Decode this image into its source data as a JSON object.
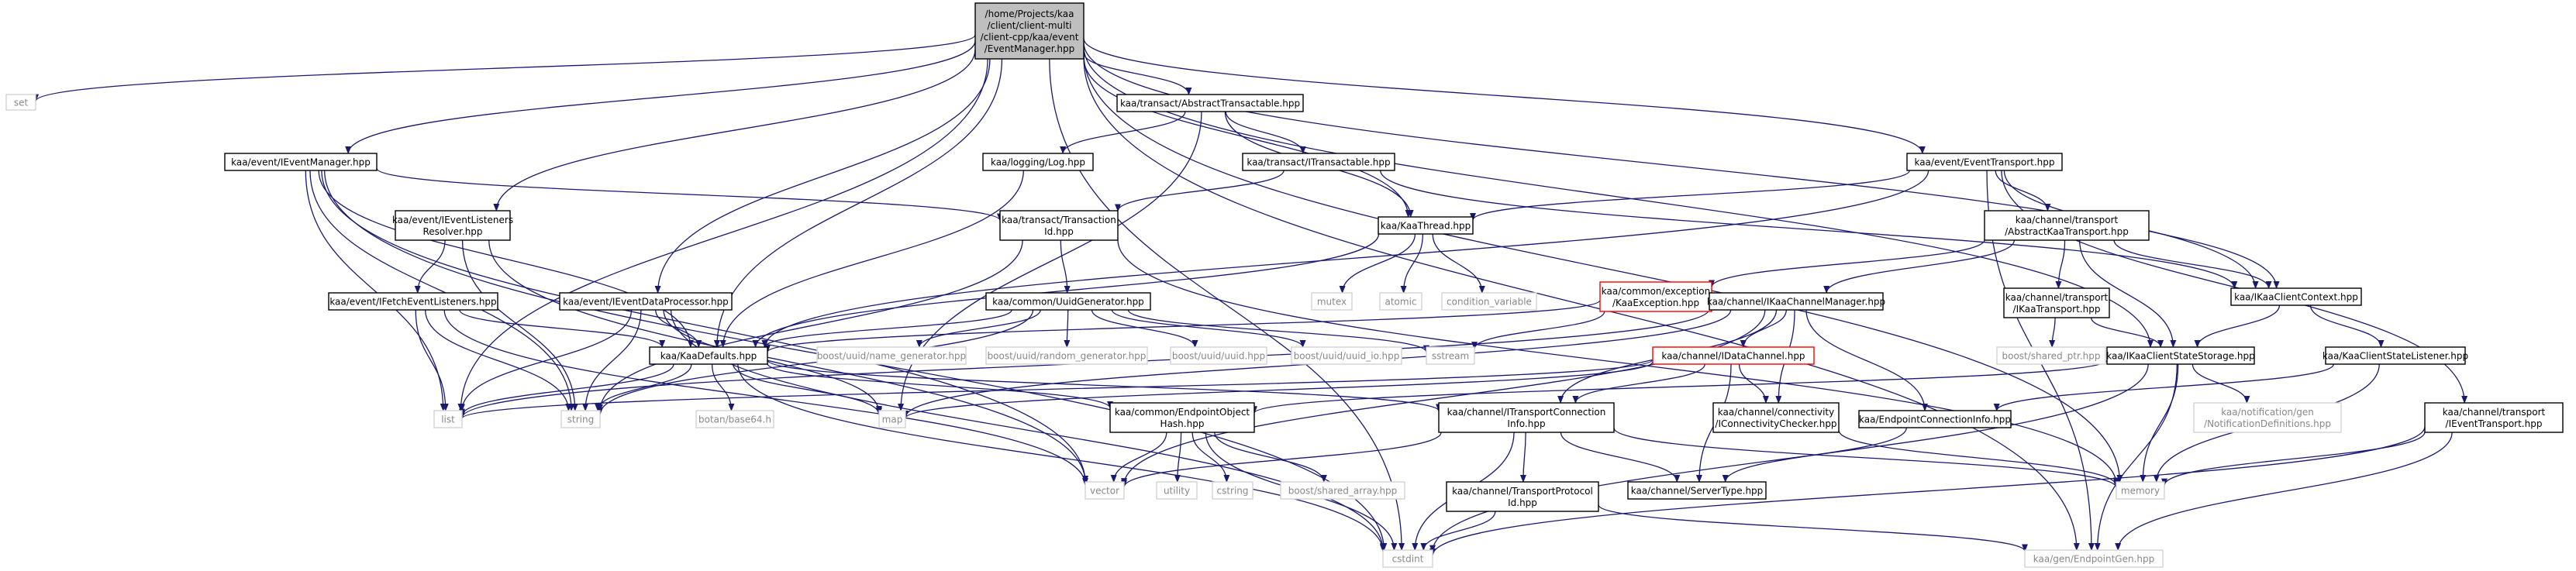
{
  "title": "/home/Projects/kaa/client/client-multi/client-cpp/kaa/event/EventManager.hpp",
  "colors": {
    "edge": "#191970",
    "root_fill": "#bfbfbf",
    "doc_border": "#000000",
    "missing_border": "#d3d3d3",
    "missing_text": "#888888",
    "warn_border": "#ff0000"
  },
  "nodes": {
    "root": {
      "lines": [
        "/home/Projects/kaa",
        "/client/client-multi",
        "/client-cpp/kaa/event",
        "/EventManager.hpp"
      ],
      "style": "root"
    },
    "set": {
      "lines": [
        "set"
      ],
      "style": "missing"
    },
    "at": {
      "lines": [
        "kaa/transact/AbstractTransactable.hpp"
      ],
      "style": "doc"
    },
    "iem": {
      "lines": [
        "kaa/event/IEventManager.hpp"
      ],
      "style": "doc"
    },
    "log": {
      "lines": [
        "kaa/logging/Log.hpp"
      ],
      "style": "doc"
    },
    "it": {
      "lines": [
        "kaa/transact/ITransactable.hpp"
      ],
      "style": "doc"
    },
    "et": {
      "lines": [
        "kaa/event/EventTransport.hpp"
      ],
      "style": "doc"
    },
    "ielr": {
      "lines": [
        "kaa/event/IEventListeners",
        "Resolver.hpp"
      ],
      "style": "doc"
    },
    "tid": {
      "lines": [
        "kaa/transact/Transaction",
        "Id.hpp"
      ],
      "style": "doc"
    },
    "kt": {
      "lines": [
        "kaa/KaaThread.hpp"
      ],
      "style": "doc"
    },
    "act": {
      "lines": [
        "kaa/channel/transport",
        "/AbstractKaaTransport.hpp"
      ],
      "style": "doc"
    },
    "ifel": {
      "lines": [
        "kaa/event/IFetchEventListeners.hpp"
      ],
      "style": "doc"
    },
    "iedp": {
      "lines": [
        "kaa/event/IEventDataProcessor.hpp"
      ],
      "style": "doc"
    },
    "uuid": {
      "lines": [
        "kaa/common/UuidGenerator.hpp"
      ],
      "style": "doc"
    },
    "mutex": {
      "lines": [
        "mutex"
      ],
      "style": "missing"
    },
    "atomic": {
      "lines": [
        "atomic"
      ],
      "style": "missing"
    },
    "cv": {
      "lines": [
        "condition_variable"
      ],
      "style": "missing"
    },
    "kex": {
      "lines": [
        "kaa/common/exception",
        "/KaaException.hpp"
      ],
      "style": "warn"
    },
    "kcm": {
      "lines": [
        "kaa/channel/IKaaChannelManager.hpp"
      ],
      "style": "doc"
    },
    "ikt": {
      "lines": [
        "kaa/channel/transport",
        "/IKaaTransport.hpp"
      ],
      "style": "doc"
    },
    "ikcc": {
      "lines": [
        "kaa/IKaaClientContext.hpp"
      ],
      "style": "doc"
    },
    "kd": {
      "lines": [
        "kaa/KaaDefaults.hpp"
      ],
      "style": "doc"
    },
    "bng": {
      "lines": [
        "boost/uuid/name_generator.hpp"
      ],
      "style": "missing"
    },
    "brg": {
      "lines": [
        "boost/uuid/random_generator.hpp"
      ],
      "style": "missing"
    },
    "bu": {
      "lines": [
        "boost/uuid/uuid.hpp"
      ],
      "style": "missing"
    },
    "bui": {
      "lines": [
        "boost/uuid/uuid_io.hpp"
      ],
      "style": "missing"
    },
    "sstream": {
      "lines": [
        "sstream"
      ],
      "style": "missing"
    },
    "idc": {
      "lines": [
        "kaa/channel/IDataChannel.hpp"
      ],
      "style": "warn"
    },
    "bsp": {
      "lines": [
        "boost/shared_ptr.hpp"
      ],
      "style": "missing"
    },
    "kcss": {
      "lines": [
        "kaa/IKaaClientStateStorage.hpp"
      ],
      "style": "doc"
    },
    "kcsl": {
      "lines": [
        "kaa/KaaClientStateListener.hpp"
      ],
      "style": "doc"
    },
    "list": {
      "lines": [
        "list"
      ],
      "style": "missing"
    },
    "string": {
      "lines": [
        "string"
      ],
      "style": "missing"
    },
    "b64": {
      "lines": [
        "botan/base64.h"
      ],
      "style": "missing"
    },
    "map": {
      "lines": [
        "map"
      ],
      "style": "missing"
    },
    "eoh": {
      "lines": [
        "kaa/common/EndpointObject",
        "Hash.hpp"
      ],
      "style": "doc"
    },
    "itci": {
      "lines": [
        "kaa/channel/ITransportConnection",
        "Info.hpp"
      ],
      "style": "doc"
    },
    "icc": {
      "lines": [
        "kaa/channel/connectivity",
        "/IConnectivityChecker.hpp"
      ],
      "style": "doc"
    },
    "eci": {
      "lines": [
        "kaa/EndpointConnectionInfo.hpp"
      ],
      "style": "doc"
    },
    "ngd": {
      "lines": [
        "kaa/notification/gen",
        "/NotificationDefinitions.hpp"
      ],
      "style": "missing"
    },
    "iet": {
      "lines": [
        "kaa/channel/transport",
        "/IEventTransport.hpp"
      ],
      "style": "doc"
    },
    "vector": {
      "lines": [
        "vector"
      ],
      "style": "missing"
    },
    "utility": {
      "lines": [
        "utility"
      ],
      "style": "missing"
    },
    "cstring": {
      "lines": [
        "cstring"
      ],
      "style": "missing"
    },
    "bsa": {
      "lines": [
        "boost/shared_array.hpp"
      ],
      "style": "missing"
    },
    "ctpi": {
      "lines": [
        "kaa/channel/TransportProtocol",
        "Id.hpp"
      ],
      "style": "doc"
    },
    "cst": {
      "lines": [
        "kaa/channel/ServerType.hpp"
      ],
      "style": "doc"
    },
    "memory": {
      "lines": [
        "memory"
      ],
      "style": "missing"
    },
    "cstdint": {
      "lines": [
        "cstdint"
      ],
      "style": "missing"
    },
    "epg": {
      "lines": [
        "kaa/gen/EndpointGen.hpp"
      ],
      "style": "missing"
    }
  },
  "edges": [
    [
      "root",
      "set"
    ],
    [
      "root",
      "at"
    ],
    [
      "root",
      "iem"
    ],
    [
      "root",
      "et"
    ],
    [
      "root",
      "ielr"
    ],
    [
      "root",
      "iedp"
    ],
    [
      "root",
      "kt"
    ],
    [
      "root",
      "kd"
    ],
    [
      "root",
      "ikcc"
    ],
    [
      "root",
      "kcss"
    ],
    [
      "root",
      "list"
    ],
    [
      "root",
      "memory"
    ],
    [
      "root",
      "cstdint"
    ],
    [
      "root",
      "epg"
    ],
    [
      "at",
      "log"
    ],
    [
      "at",
      "it"
    ],
    [
      "at",
      "kt"
    ],
    [
      "at",
      "map"
    ],
    [
      "iem",
      "tid"
    ],
    [
      "iem",
      "kd"
    ],
    [
      "iem",
      "list"
    ],
    [
      "iem",
      "string"
    ],
    [
      "iem",
      "vector"
    ],
    [
      "iem",
      "cstdint"
    ],
    [
      "log",
      "kd"
    ],
    [
      "it",
      "tid"
    ],
    [
      "it",
      "ikcc"
    ],
    [
      "et",
      "kt"
    ],
    [
      "et",
      "act"
    ],
    [
      "et",
      "ikcc"
    ],
    [
      "et",
      "iet"
    ],
    [
      "et",
      "epg"
    ],
    [
      "et",
      "kd"
    ],
    [
      "ielr",
      "ifel"
    ],
    [
      "ielr",
      "string"
    ],
    [
      "ielr",
      "vector"
    ],
    [
      "tid",
      "uuid"
    ],
    [
      "tid",
      "memory"
    ],
    [
      "tid",
      "string"
    ],
    [
      "kt",
      "mutex"
    ],
    [
      "kt",
      "atomic"
    ],
    [
      "kt",
      "cv"
    ],
    [
      "kt",
      "kd"
    ],
    [
      "act",
      "kex"
    ],
    [
      "act",
      "kcm"
    ],
    [
      "act",
      "ikt"
    ],
    [
      "act",
      "ikcc"
    ],
    [
      "act",
      "kcss"
    ],
    [
      "ifel",
      "kd"
    ],
    [
      "ifel",
      "list"
    ],
    [
      "ifel",
      "string"
    ],
    [
      "ifel",
      "vector"
    ],
    [
      "iedp",
      "kd"
    ],
    [
      "iedp",
      "list"
    ],
    [
      "iedp",
      "string"
    ],
    [
      "iedp",
      "map"
    ],
    [
      "iedp",
      "cstdint"
    ],
    [
      "uuid",
      "bng"
    ],
    [
      "uuid",
      "brg"
    ],
    [
      "uuid",
      "bu"
    ],
    [
      "uuid",
      "bui"
    ],
    [
      "uuid",
      "sstream"
    ],
    [
      "uuid",
      "string"
    ],
    [
      "uuid",
      "kd"
    ],
    [
      "kex",
      "sstream"
    ],
    [
      "kex",
      "kd"
    ],
    [
      "kcm",
      "idc"
    ],
    [
      "kcm",
      "itci"
    ],
    [
      "kcm",
      "icc"
    ],
    [
      "kcm",
      "eci"
    ],
    [
      "kcm",
      "list"
    ],
    [
      "kcm",
      "map"
    ],
    [
      "kcm",
      "vector"
    ],
    [
      "ikt",
      "bsp"
    ],
    [
      "ikt",
      "kcss"
    ],
    [
      "ikcc",
      "kcss"
    ],
    [
      "ikcc",
      "kcsl"
    ],
    [
      "kd",
      "list"
    ],
    [
      "kd",
      "string"
    ],
    [
      "kd",
      "b64"
    ],
    [
      "kd",
      "map"
    ],
    [
      "kd",
      "eoh"
    ],
    [
      "kd",
      "itci"
    ],
    [
      "kd",
      "cstdint"
    ],
    [
      "idc",
      "itci"
    ],
    [
      "idc",
      "icc"
    ],
    [
      "idc",
      "cst"
    ],
    [
      "idc",
      "map"
    ],
    [
      "idc",
      "list"
    ],
    [
      "kcss",
      "ngd"
    ],
    [
      "kcss",
      "eoh"
    ],
    [
      "kcss",
      "memory"
    ],
    [
      "kcss",
      "cstdint"
    ],
    [
      "kcss",
      "epg"
    ],
    [
      "kcsl",
      "eci"
    ],
    [
      "kcsl",
      "memory"
    ],
    [
      "eoh",
      "vector"
    ],
    [
      "eoh",
      "utility"
    ],
    [
      "eoh",
      "cstring"
    ],
    [
      "eoh",
      "bsa"
    ],
    [
      "eoh",
      "cstdint"
    ],
    [
      "itci",
      "ctpi"
    ],
    [
      "itci",
      "cst"
    ],
    [
      "itci",
      "memory"
    ],
    [
      "itci",
      "vector"
    ],
    [
      "itci",
      "cstdint"
    ],
    [
      "icc",
      "memory"
    ],
    [
      "eci",
      "cst"
    ],
    [
      "iet",
      "memory"
    ],
    [
      "iet",
      "epg"
    ],
    [
      "iet",
      "cstdint"
    ],
    [
      "ctpi",
      "cstdint"
    ],
    [
      "ctpi",
      "epg"
    ]
  ]
}
